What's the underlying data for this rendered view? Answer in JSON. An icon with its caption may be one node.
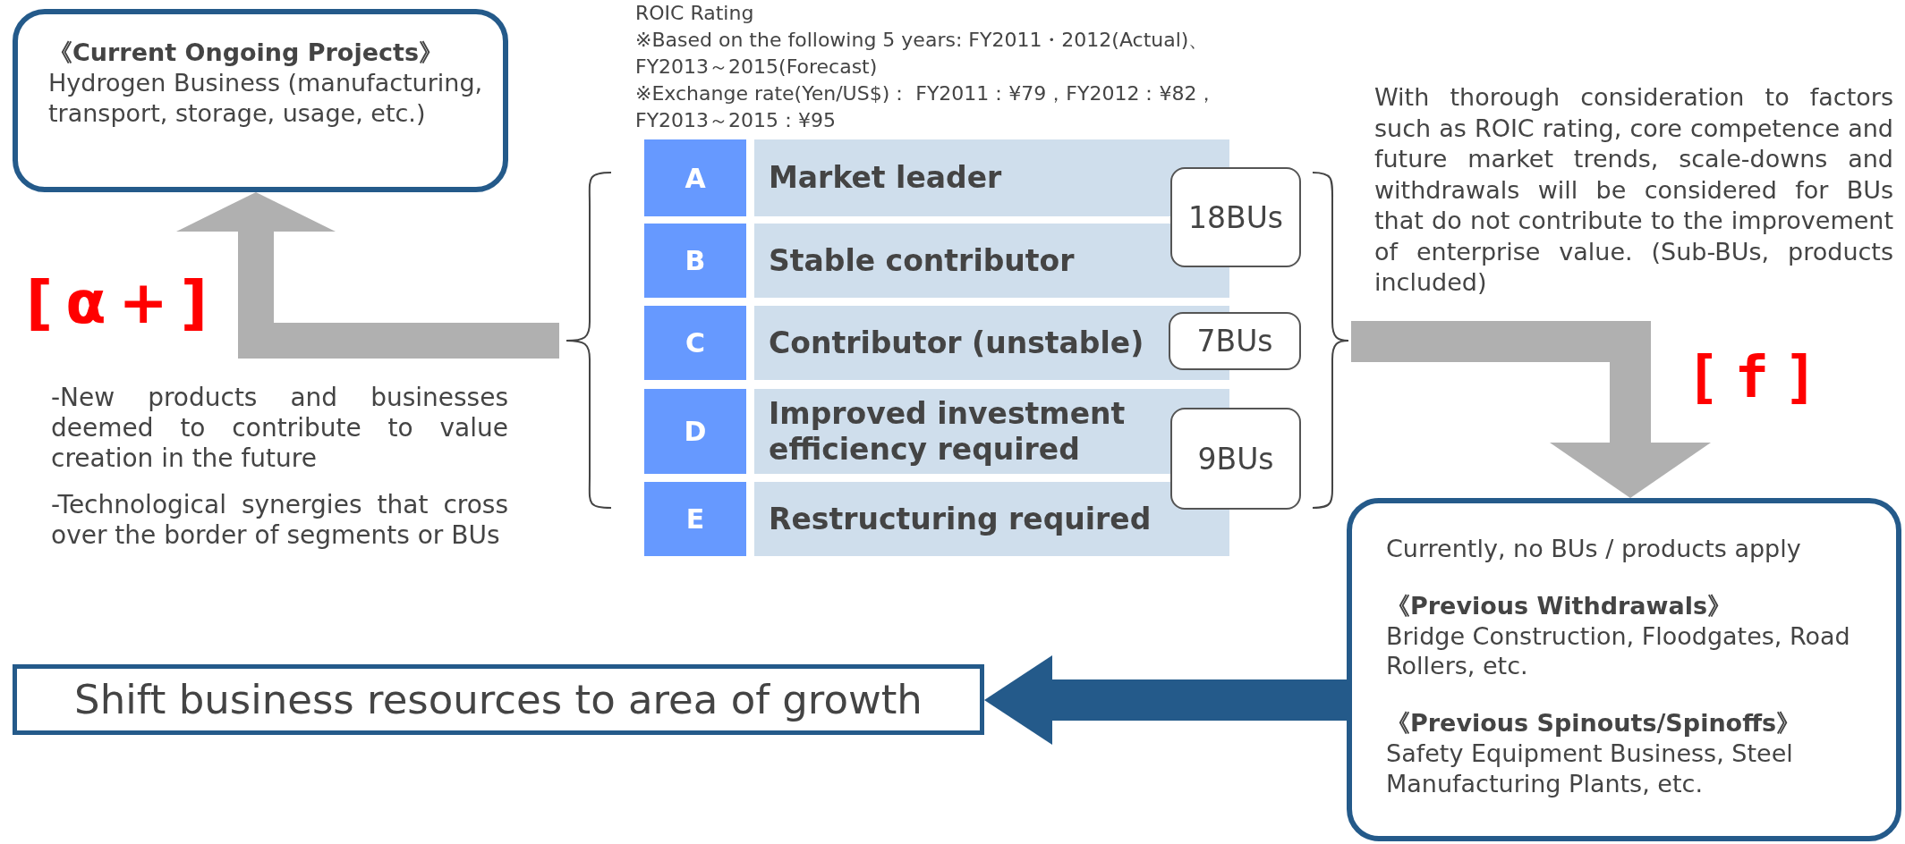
{
  "diagram": {
    "nodes": [
      {
        "text": [
          "《Current Ongoing Projects》",
          "Hydrogen Business (manufacturing, transport, storage, usage, etc.)"
        ]
      },
      {
        "text": [
          "ROIC Rating",
          "※Based on the following 5 years: FY2011・2012(Actual)、FY2013～2015(Forecast)",
          "※Exchange rate(Yen/US$)： FY2011：¥79，FY2012：¥82，FY2013～2015：¥95"
        ]
      },
      {
        "text": [
          "A",
          "Market leader"
        ],
        "in": 1
      },
      {
        "text": [
          "B",
          "Stable contributor"
        ],
        "in": 1
      },
      {
        "text": [
          "C",
          "Contributor (unstable)"
        ],
        "in": 1
      },
      {
        "text": [
          "D",
          "Improved investment efficiency required"
        ],
        "in": 1
      },
      {
        "text": [
          "E",
          "Restructuring required"
        ],
        "in": 1
      },
      {
        "text": [
          "18BUs"
        ],
        "in": 1
      },
      {
        "text": [
          "7BUs"
        ],
        "in": 1
      },
      {
        "text": [
          "9BUs"
        ],
        "in": 1
      },
      {
        "text": [
          "Currently, no BUs / products apply",
          "《Previous Withdrawals》",
          "Bridge Construction, Floodgates, Road Rollers, etc.",
          "《Previous Spinouts/Spinoffs》",
          "Safety Equipment Business, Steel Manufacturing Plants, etc."
        ]
      },
      {
        "text": [
          "Shift business resources to area of growth"
        ]
      }
    ],
    "edges": [
      {
        "from": 1,
        "to": 0,
        "arrow": "to",
        "label": "[α+]"
      },
      {
        "from": 1,
        "to": 10,
        "arrow": "to",
        "label": "[f]"
      },
      {
        "from": 10,
        "to": 11,
        "arrow": "to",
        "color": "#245a8a"
      }
    ],
    "labels": [
      "-New products and businesses deemed to contribute to value creation in the future",
      "-Technological synergies that cross over the border of segments or BUs",
      "With thorough consideration to factors such as ROIC rating, core competence and future market trends, scale-downs and withdrawals will be considered for BUs that do not contribute to the improvement of enterprise value. (Sub-BUs, products included)"
    ]
  }
}
